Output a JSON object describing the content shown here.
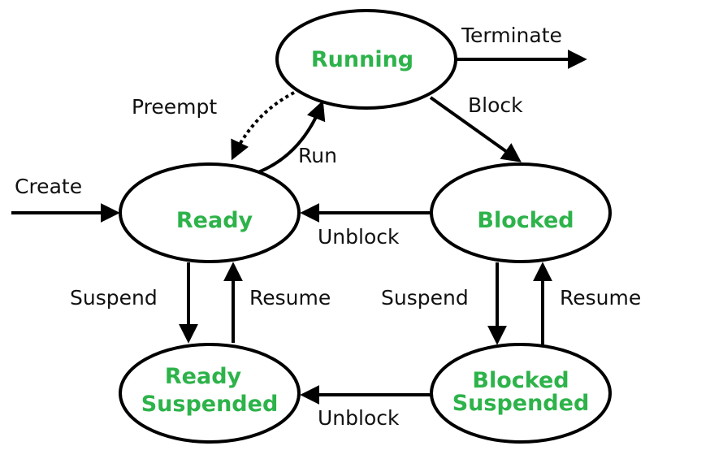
{
  "states": {
    "running": "Running",
    "ready": "Ready",
    "blocked": "Blocked",
    "ready_suspended": [
      "Ready",
      "Suspended"
    ],
    "blocked_suspended": [
      "Blocked",
      "Suspended"
    ]
  },
  "transitions": {
    "terminate": "Terminate",
    "block": "Block",
    "preempt": "Preempt",
    "run": "Run",
    "create": "Create",
    "unblock_top": "Unblock",
    "suspend_left": "Suspend",
    "resume_left": "Resume",
    "suspend_right": "Suspend",
    "resume_right": "Resume",
    "unblock_bottom": "Unblock"
  },
  "colors": {
    "state_text": "#2db34a",
    "stroke": "#000000"
  }
}
